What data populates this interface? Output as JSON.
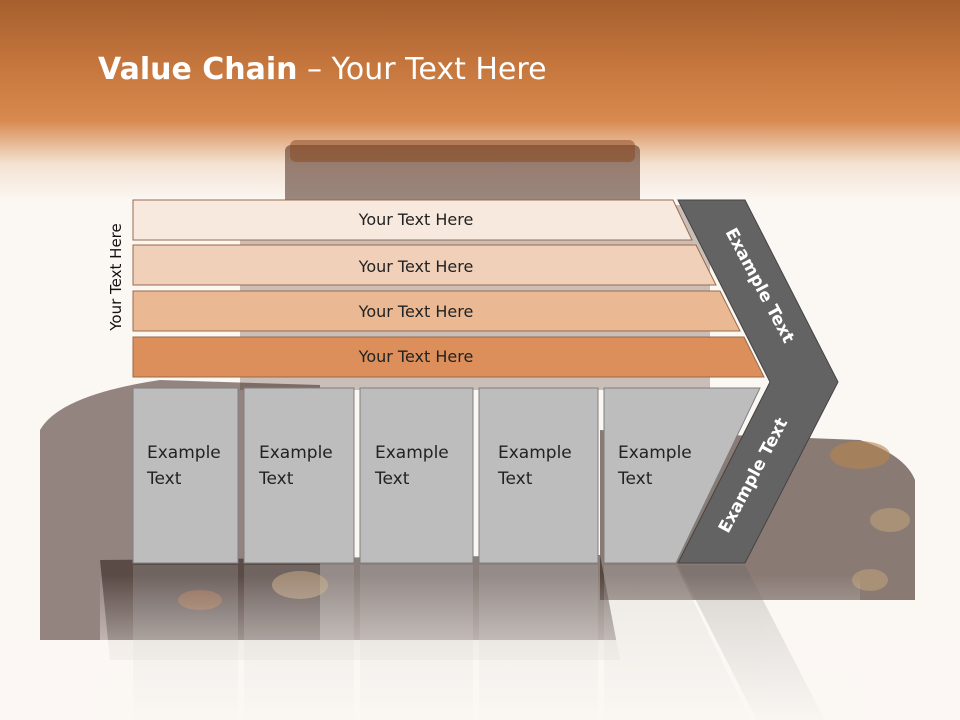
{
  "slide": {
    "title_bold": "Value Chain",
    "title_rest": " – Your Text Here"
  },
  "side_label": "Your Text Here",
  "bars": [
    {
      "label": "Your Text Here",
      "fill": "#f8e9df"
    },
    {
      "label": "Your Text Here",
      "fill": "#f1d0b9"
    },
    {
      "label": "Your Text Here",
      "fill": "#eab892"
    },
    {
      "label": "Your Text Here",
      "fill": "#dc8f5a"
    }
  ],
  "columns": [
    {
      "line1": "Example",
      "line2": "Text"
    },
    {
      "line1": "Example",
      "line2": "Text"
    },
    {
      "line1": "Example",
      "line2": "Text"
    },
    {
      "line1": "Example",
      "line2": "Text"
    },
    {
      "line1": "Example",
      "line2": "Text"
    }
  ],
  "chevron_top_label": "Example Text",
  "chevron_bottom_label": "Example Text",
  "colors": {
    "column_fill": "#bdbdbd",
    "chevron_fill": "#636363",
    "accent": "#d07c42"
  }
}
